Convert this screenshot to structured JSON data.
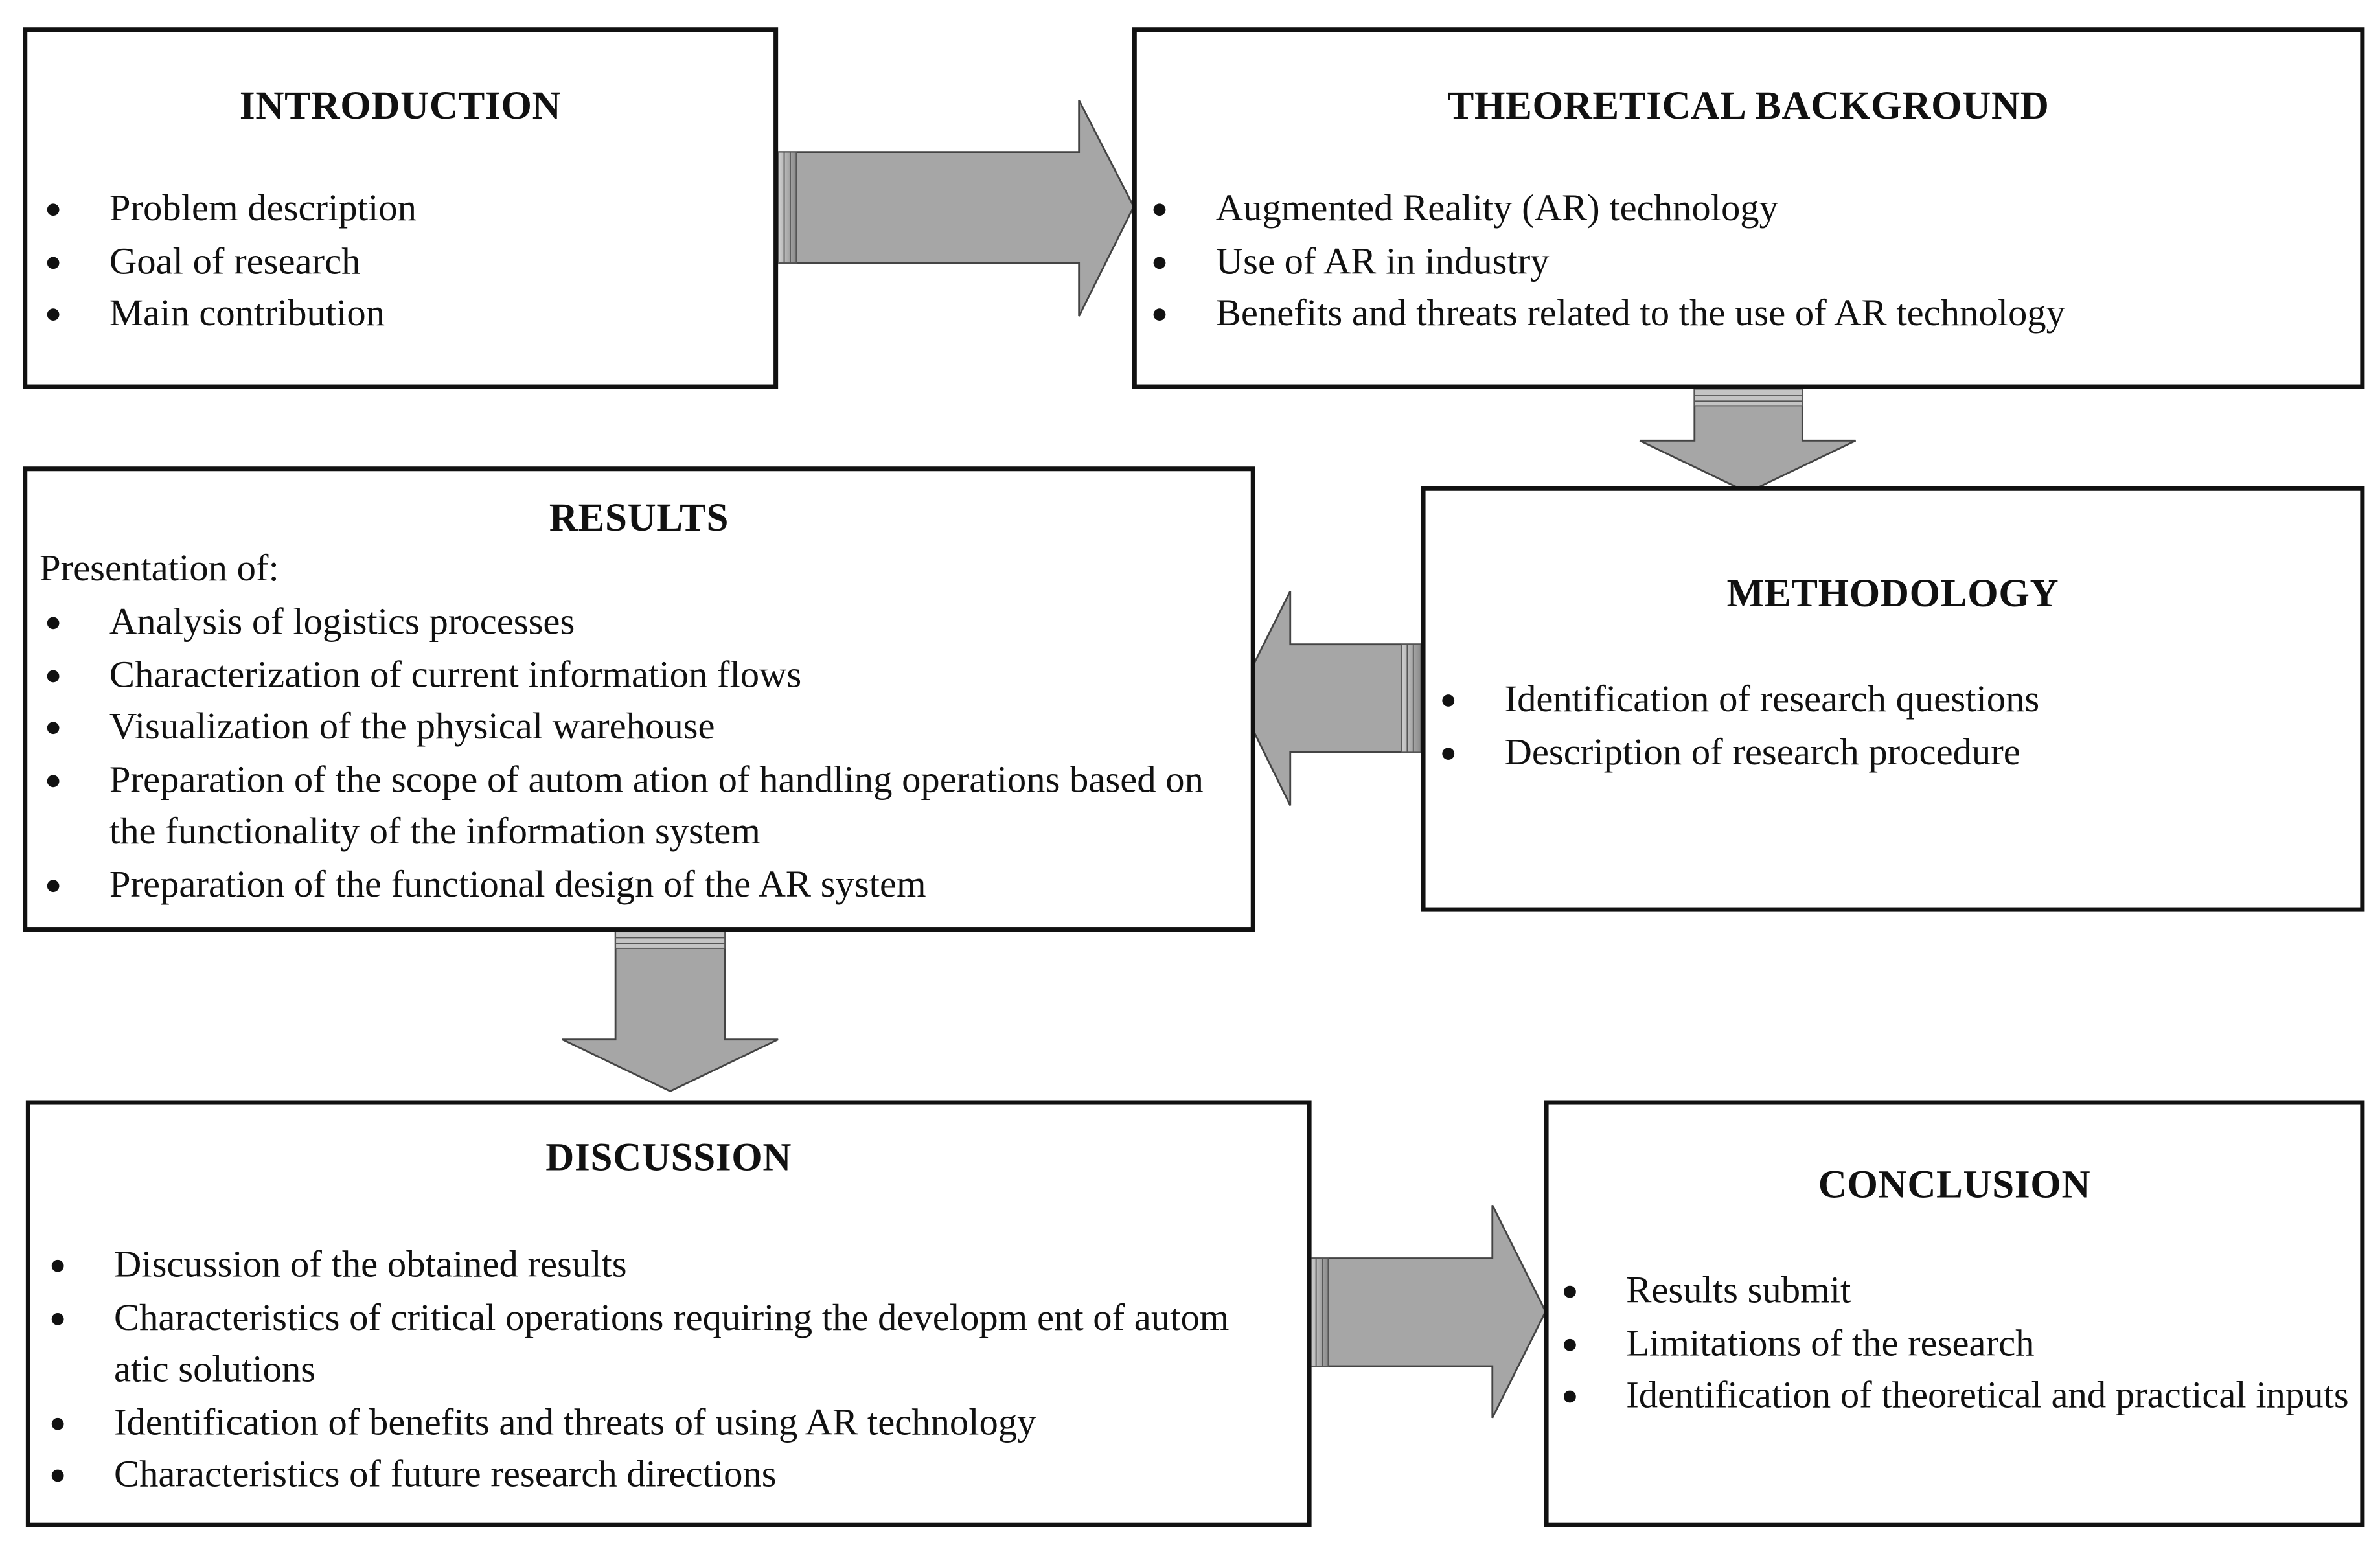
{
  "colors": {
    "border": "#111111",
    "arrow_fill": "#a6a6a6",
    "arrow_stroke": "#444444",
    "background": "#ffffff"
  },
  "boxes": {
    "introduction": {
      "title": "INTRODUCTION",
      "items": [
        "Problem description",
        "Goal of research",
        "Main contribution"
      ]
    },
    "theoretical_background": {
      "title": "THEORETICAL BACKGROUND",
      "items": [
        "Augmented Reality (AR) technology",
        "Use of AR in industry",
        "Benefits and threats related to the use of AR technology"
      ]
    },
    "methodology": {
      "title": "METHODOLOGY",
      "items": [
        "Identification of research questions",
        "Description of research procedure"
      ]
    },
    "results": {
      "title": "RESULTS",
      "intro": "Presentation of:",
      "items": [
        "Analysis of logistics processes",
        "Characterization of current information flows",
        "Visualization of the physical warehouse",
        "Preparation of the scope of autom ation of handling operations based on the functionality of the information system",
        "Preparation of the functional design of the AR system"
      ]
    },
    "discussion": {
      "title": "DISCUSSION",
      "items": [
        "Discussion of the obtained results",
        "Characteristics of critical operations requiring the developm ent of autom atic solutions",
        "Identification of benefits and threats of using AR technology",
        "Characteristics of future research directions"
      ]
    },
    "conclusion": {
      "title": "CONCLUSION",
      "items": [
        "Results submit",
        "Limitations of the research",
        "Identification of theoretical and practical inputs"
      ]
    }
  }
}
